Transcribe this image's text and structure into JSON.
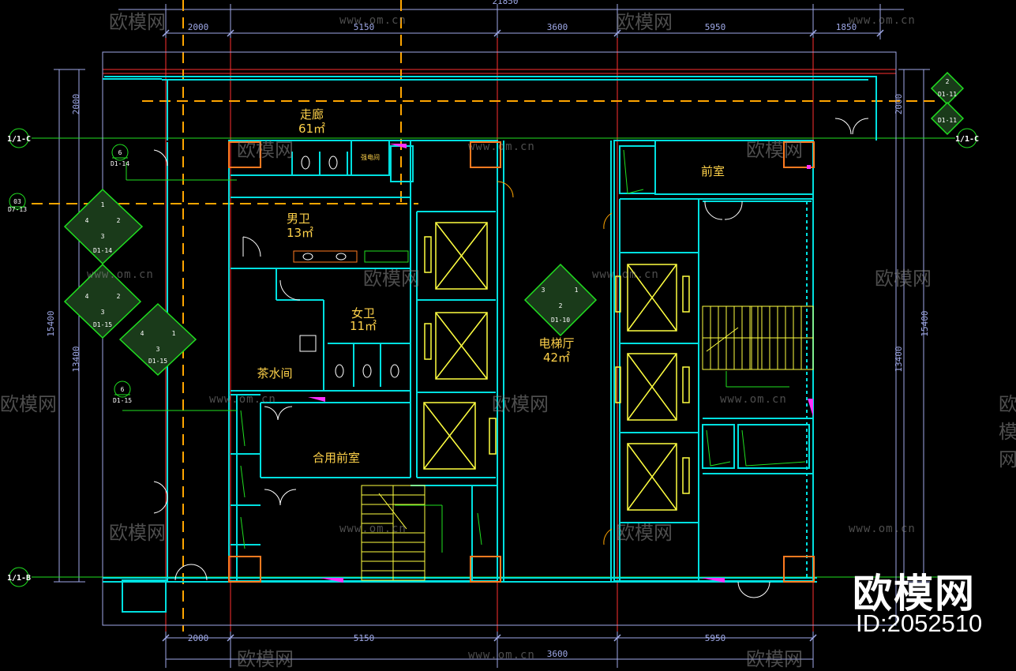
{
  "dims": {
    "top_total": "21850",
    "top": [
      "2000",
      "5150",
      "3600",
      "5950",
      "1850"
    ],
    "bottom": [
      "2000",
      "5150",
      "3600",
      "5950"
    ],
    "left_a": "2000",
    "left_b": "13400",
    "left_c": "15400",
    "right_a": "2000",
    "right_b": "13400",
    "right_c": "15400"
  },
  "axes": {
    "c": "1/1-C",
    "b": "1/1-B",
    "level": "03",
    "level_ref": "D7-13"
  },
  "rooms": {
    "corridor_name": "走廊",
    "corridor_area": "61㎡",
    "men_name": "男卫",
    "men_area": "13㎡",
    "women_name": "女卫",
    "women_area": "11㎡",
    "tea": "茶水间",
    "shared_lobby": "合用前室",
    "elevator_hall_name": "电梯厅",
    "elevator_hall_area": "42㎡",
    "front_room": "前室",
    "shaft": "强电间"
  },
  "tags": {
    "t1_num": "6",
    "t1_ref": "D1-14",
    "t5_num": "6",
    "t5_ref": "D1-15",
    "right_num": "2",
    "right_ref_a": "D1-11",
    "right_ref_b": "D1-11",
    "cluster_a_ref": "D1-14",
    "cluster_b_ref": "D1-15",
    "cluster_c_ref": "D1-15",
    "cluster_d_ref": "D1-10",
    "n1": "1",
    "n2": "2",
    "n3": "3",
    "n4": "4"
  },
  "watermark": {
    "brand": "欧模网",
    "url": "www.om.cn",
    "id": "ID:2052510"
  },
  "colors": {
    "wall": "#00e0e0",
    "grid": "#ff3030",
    "axis": "#20e020",
    "dim": "#9fa9e8",
    "center": "#ffa500",
    "fixture": "#ffff40",
    "door": "#ffffff",
    "marker": "#ff30ff",
    "column": "#ff7a20",
    "tag": "#2a7a2a"
  }
}
